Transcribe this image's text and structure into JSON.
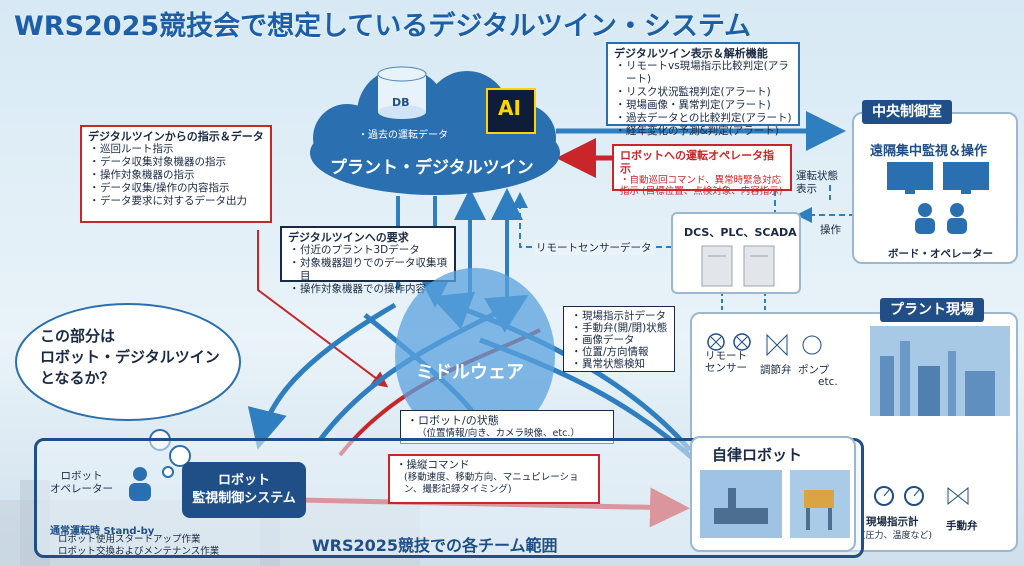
{
  "title": "WRS2025競技会で想定しているデジタルツイン・システム",
  "cloud": {
    "db_label": "DB",
    "db_text": "・過去の運転データ",
    "ai_label": "AI",
    "name": "プラント・デジタルツイン"
  },
  "analysis_box": {
    "title": "デジタルツイン表示＆解析機能",
    "items": [
      "リモートvs現場指示比較判定(アラート)",
      "リスク状況監視判定(アラート)",
      "現場画像・異常判定(アラート)",
      "過去データとの比較判定(アラート)",
      "経年変化の予測&判定(アラート)"
    ]
  },
  "control_room": {
    "title": "中央制御室",
    "subtitle": "遠隔集中監視＆操作",
    "operator": "ボード・オペレーター"
  },
  "robot_op_box": {
    "title": "ロボットへの運転オペレータ指示",
    "text": "・自動巡回コマンド、異常時緊急対応指示 (目標位置、点検対象、内容指示)"
  },
  "instruction_box": {
    "title": "デジタルツインからの指示＆データ",
    "items": [
      "巡回ルート指示",
      "データ収集対象機器の指示",
      "操作対象機器の指示",
      "データ収集/操作の内容指示",
      "データ要求に対するデータ出力"
    ]
  },
  "request_box": {
    "title": "デジタルツインへの要求",
    "items": [
      "付近のプラント3Dデータ",
      "対象機器廻りでのデータ収集項目",
      "操作対象機器での操作内容"
    ]
  },
  "dcs": {
    "label": "DCS、PLC、SCADA"
  },
  "labels": {
    "operation_status": "運転状態\n表示",
    "operation": "操作",
    "remote_sensor_data": "リモートセンサーデータ"
  },
  "plant_site": {
    "title": "プラント現場",
    "remote_sensor": "リモート\nセンサー",
    "valve": "調節弁",
    "pump": "ポンプ",
    "etc": "etc.",
    "site_meter": "現場指示計",
    "site_meter_sub": "(圧力、温度など)",
    "manual_valve": "手動弁"
  },
  "field_data_box": {
    "items": [
      "現場指示計データ",
      "手動弁(開/閉)状態",
      "画像データ",
      "位置/方向情報",
      "異常状態検知"
    ]
  },
  "thought_bubble": {
    "text": "この部分は\nロボット・デジタルツイン\nとなるか？"
  },
  "middleware": "ミドルウェア",
  "robot_state_box": {
    "title": "・ロボット/の状態",
    "text": "（位置情報/向き、カメラ映像、etc.）"
  },
  "command_box": {
    "title": "・操縦コマンド",
    "text": "(移動速度、移動方向、マニュピレーション、撮影記録タイミング)"
  },
  "team_scope": {
    "label": "WRS2025競技での各チーム範囲",
    "robot_operator": "ロボット\nオペレーター",
    "monitor_system": "ロボット\n監視制御システム",
    "autonomous_robot": "自律ロボット",
    "standby_title": "通常運転時 Stand-by",
    "standby_items": [
      "ロボット使用スタートアップ作業",
      "ロボット交換およびメンテナンス作業"
    ]
  },
  "colors": {
    "dark_blue": "#1f4f86",
    "accent_red": "#c8262b",
    "arrow_blue": "#2f7fc0",
    "cloud_blue": "#2b6fae"
  }
}
